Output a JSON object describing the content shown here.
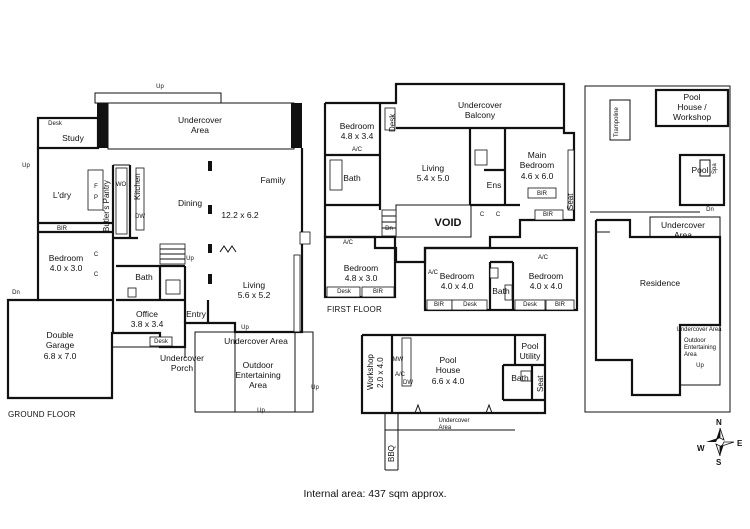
{
  "ground_floor": {
    "caption": "GROUND FLOOR",
    "rooms": {
      "study": "Study",
      "desk_study": "Desk",
      "undercover_area_top": "Undercover\nArea",
      "ldry": "L'dry",
      "bir": "BIR",
      "butlers_pantry": "Butler's Pantry",
      "kitchen": "Kitchen",
      "dining": "Dining",
      "family": "Family",
      "family_size": "12.2 x 6.2",
      "bedroom_name": "Bedroom",
      "bedroom_size": "4.0 x 3.0",
      "bath": "Bath",
      "living_name": "Living",
      "living_size": "5.6 x 5.2",
      "office_name": "Office",
      "office_size": "3.8 x 3.4",
      "entry": "Entry",
      "desk_office": "Desk",
      "double_garage_name": "Double\nGarage",
      "double_garage_size": "6.8 x 7.0",
      "undercover_porch": "Undercover\nPorch",
      "undercover_area_side": "Undercover Area",
      "outdoor_entertaining": "Outdoor\nEntertaining\nArea"
    },
    "codes": {
      "c": "C",
      "f": "F",
      "p": "P",
      "wo": "WO",
      "dw": "DW",
      "up": "Up",
      "dn": "Dn"
    }
  },
  "first_floor": {
    "caption": "FIRST FLOOR",
    "rooms": {
      "bedroom1_name": "Bedroom",
      "bedroom1_size": "4.8 x 3.4",
      "undercover_balcony": "Undercover\nBalcony",
      "ac": "A/C",
      "bath": "Bath",
      "bir": "BIR",
      "desk": "Desk",
      "living_name": "Living",
      "living_size": "5.4 x 5.0",
      "main_bedroom_name": "Main\nBedroom",
      "main_bedroom_size": "4.6 x 6.0",
      "ens": "Ens",
      "void": "VOID",
      "seat": "Seat",
      "bedroom2_name": "Bedroom",
      "bedroom2_size": "4.8 x 3.0",
      "bedroom3_name": "Bedroom",
      "bedroom3_size": "4.0 x 4.0",
      "bedroom4_name": "Bedroom",
      "bedroom4_size": "4.0 x 4.0",
      "dn": "Dn",
      "c": "C"
    }
  },
  "pool_house": {
    "workshop_name": "Workshop",
    "workshop_size": "2.0 x 4.0",
    "pool_house_name": "Pool\nHouse",
    "pool_house_size": "6.6 x 4.0",
    "pool_utility": "Pool\nUtility",
    "bath": "Bath",
    "seat": "Seat",
    "undercover_area": "Undercover\nArea",
    "bbq": "BBQ",
    "mw": "MW",
    "ac": "A/C",
    "dw": "DW"
  },
  "site_plan": {
    "pool_house_workshop": "Pool\nHouse /\nWorkshop",
    "trampoline": "Trampoline",
    "pool": "Pool",
    "spa": "Spa",
    "undercover_area": "Undercover\nArea",
    "residence": "Residence",
    "outdoor_entertaining": "Outdoor\nEntertaining\nArea",
    "undercover_area_small": "Undercover Area",
    "up": "Up",
    "dn": "Dn"
  },
  "compass": {
    "n": "N",
    "e": "E",
    "s": "S",
    "w": "W"
  },
  "footer": "Internal area:  437 sqm approx."
}
